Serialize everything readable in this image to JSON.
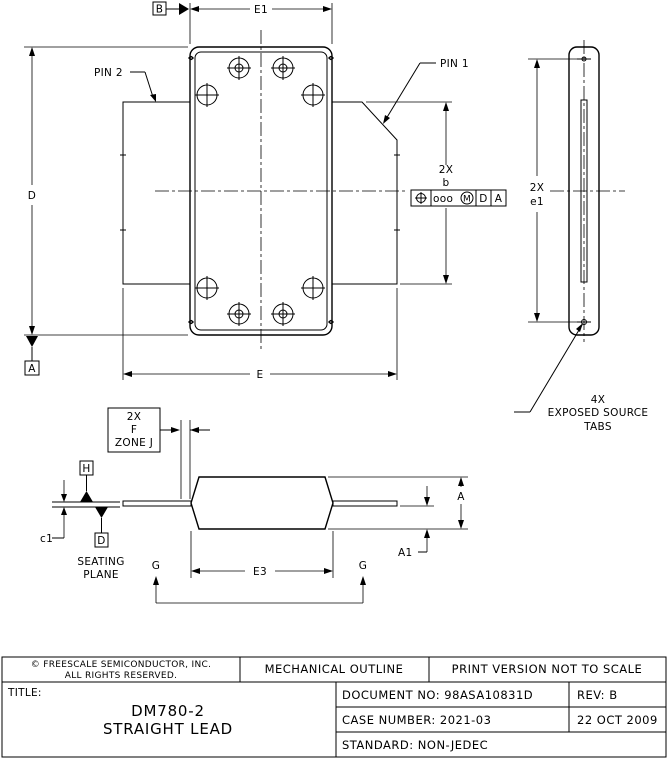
{
  "labels": {
    "datum_b": "B",
    "e1": "E1",
    "pin2": "PIN 2",
    "pin1": "PIN 1",
    "d": "D",
    "datum_a": "A",
    "e": "E",
    "twox_b": "2X",
    "b": "b",
    "fcf_value": "ooo",
    "fcf_mod": "M",
    "fcf_d": "D",
    "fcf_a": "A",
    "twox_e1": "2X",
    "e1_small": "e1",
    "tabs_4x": "4X",
    "tabs_line1": "EXPOSED SOURCE",
    "tabs_line2": "TABS",
    "f_2x": "2X",
    "f_letter": "F",
    "f_zone": "ZONE J",
    "datum_h": "H",
    "datum_d": "D",
    "c1": "c1",
    "seating1": "SEATING",
    "seating2": "PLANE",
    "a_dim": "A",
    "a1_dim": "A1",
    "g_left": "G",
    "g_right": "G",
    "e3": "E3"
  },
  "title_block": {
    "copyright1": "© FREESCALE SEMICONDUCTOR, INC.",
    "copyright2": "ALL RIGHTS RESERVED.",
    "mechanical_outline": "MECHANICAL OUTLINE",
    "print_version": "PRINT VERSION NOT TO SCALE",
    "title_label": "TITLE:",
    "title_line1": "DM780-2",
    "title_line2": "STRAIGHT LEAD",
    "document_no": "DOCUMENT NO: 98ASA10831D",
    "rev": "REV: B",
    "case_number": "CASE NUMBER: 2021-03",
    "date": "22 OCT 2009",
    "standard": "STANDARD: NON-JEDEC"
  }
}
